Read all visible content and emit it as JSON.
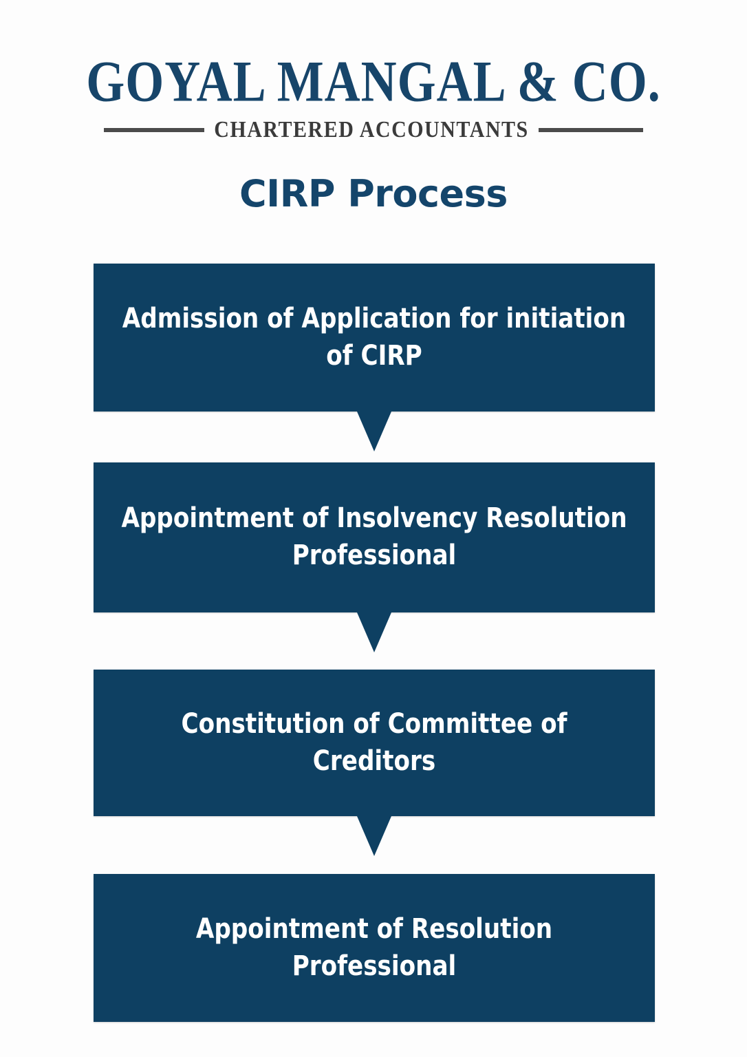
{
  "brand": {
    "wordmark": "GOYAL MANGAL & CO.",
    "tagline": "CHARTERED ACCOUNTANTS",
    "navy": "#14456b",
    "rule_color": "#4b4b4b"
  },
  "title": "CIRP Process",
  "chart_data": {
    "type": "diagram",
    "diagram_kind": "vertical-flowchart",
    "title": "CIRP Process",
    "box_fill": "#0e4062",
    "box_text_color": "#ffffff",
    "connector": "down-arrow",
    "steps": [
      {
        "order": 1,
        "label": "Admission of Application for initiation of CIRP",
        "has_arrow_below": true
      },
      {
        "order": 2,
        "label": "Appointment of Insolvency Resolution Professional",
        "has_arrow_below": true
      },
      {
        "order": 3,
        "label": "Constitution of Committee of Creditors",
        "has_arrow_below": true
      },
      {
        "order": 4,
        "label": "Appointment of Resolution Professional",
        "has_arrow_below": false
      }
    ]
  },
  "flow": {
    "step1": "Admission of Application for initiation of CIRP",
    "step2": "Appointment of Insolvency Resolution Professional",
    "step3": "Constitution of Committee of Creditors",
    "step4": "Appointment of Resolution Professional"
  }
}
